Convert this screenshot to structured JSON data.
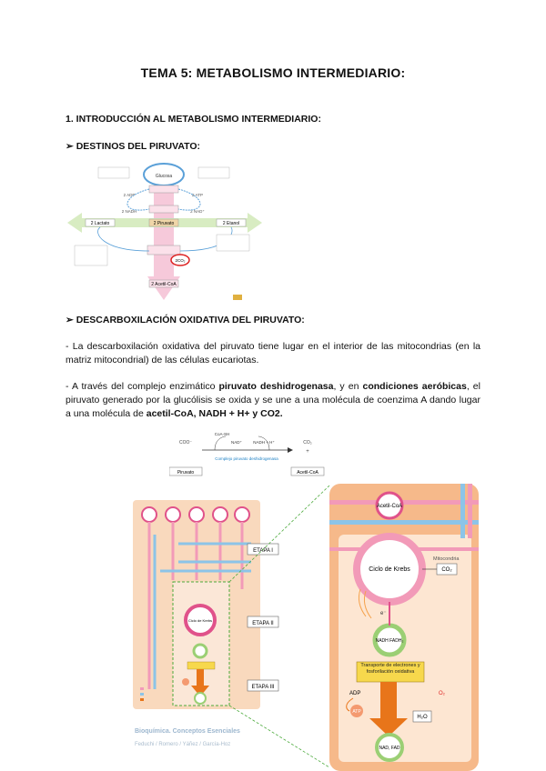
{
  "doc": {
    "title": "TEMA 5: METABOLISMO INTERMEDIARIO:",
    "section1": "1. INTRODUCCIÓN AL METABOLISMO INTERMEDIARIO:",
    "bullet1": "➢ DESTINOS DEL PIRUVATO:",
    "bullet2": "➢ DESCARBOXILACIÓN OXIDATIVA DEL PIRUVATO:",
    "para1": "- La descarboxilación oxidativa del piruvato tiene lugar en el interior de las mitocondrias (en la matriz mitocondrial) de las células eucariotas.",
    "para2_a": "- A través del complejo enzimático ",
    "para2_b": "piruvato deshidrogenasa",
    "para2_c": ", y en ",
    "para2_d": "condiciones aeróbicas",
    "para2_e": ", el piruvato generado por la glucólisis se oxida y se une a una molécula de coenzima A dando lugar a una molécula de ",
    "para2_f": "acetil-CoA, NADH + H+ y CO2."
  },
  "fig_pyruvate": {
    "glucose": "Glucosa",
    "pyruvate": "2 Piruvato",
    "lactate": "2 Lactato",
    "ethanol": "2 Etanol",
    "acetylcoa": "2 Acetil-CoA",
    "co2": "2CO₂",
    "nadh1": "2 NADH",
    "nad1": "2 NAD⁺",
    "adp": "2 ADP",
    "atp": "2 ATP"
  },
  "fig_reaction": {
    "left_label": "Piruvato",
    "right_label": "Acetil-CoA",
    "enzyme": "Complejo piruvato deshidrogenasa",
    "coa": "CoA-SH",
    "nad": "NAD⁺",
    "nadh": "NADH + H⁺",
    "co2": "CO₂"
  },
  "fig_metab": {
    "stage1": "ETAPA I",
    "stage2": "ETAPA II",
    "stage3": "ETAPA III",
    "acetylcoa": "Acetil-CoA",
    "mitochondria": "Mitocondria",
    "krebs": "Ciclo de Krebs",
    "co2": "CO₂",
    "electron": "e⁻",
    "nadh": "NADH FADH₂",
    "transport": "Transporte de electrones y fosforilación oxidativa",
    "adp": "ADP",
    "atp": "ATP",
    "o2": "O₂",
    "h2o": "H₂O",
    "nad": "NAD, FAD",
    "book_title": "Bioquímica. Conceptos Esenciales",
    "book_authors": "Feduchi / Romero / Yáñez / García-Hoz"
  }
}
